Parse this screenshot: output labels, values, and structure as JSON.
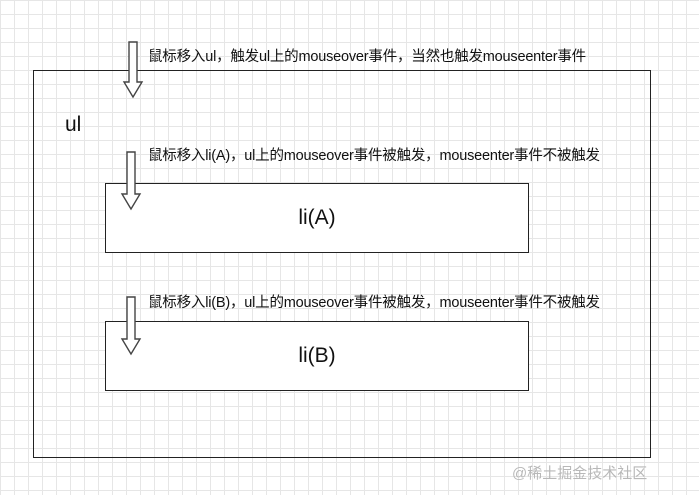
{
  "annotations": {
    "ul": "鼠标移入ul，触发ul上的mouseover事件，当然也触发mouseenter事件",
    "li_a": "鼠标移入li(A)，ul上的mouseover事件被触发，mouseenter事件不被触发",
    "li_b": "鼠标移入li(B)，ul上的mouseover事件被触发，mouseenter事件不被触发"
  },
  "boxes": {
    "ul": "ul",
    "li_a": "li(A)",
    "li_b": "li(B)"
  },
  "watermark": "@稀土掘金技术社区"
}
